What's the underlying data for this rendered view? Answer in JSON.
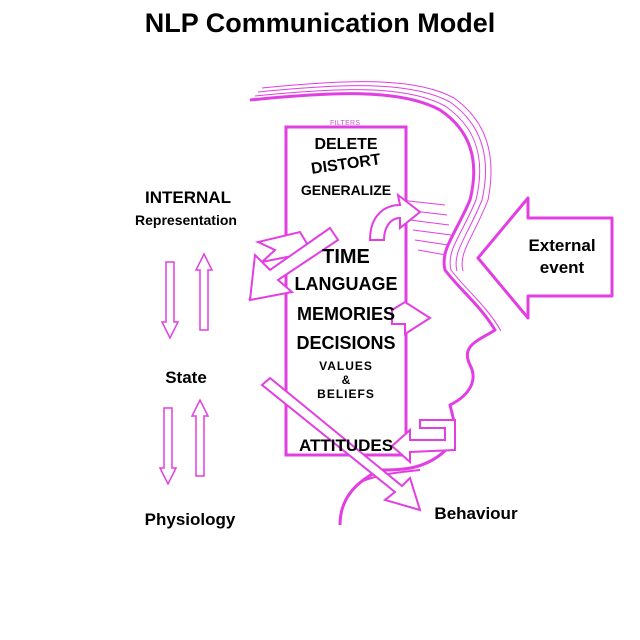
{
  "title": "NLP Communication Model",
  "left": {
    "internal_line1": "INTERNAL",
    "internal_line2": "Representation",
    "state": "State",
    "physiology": "Physiology"
  },
  "filters": {
    "caption": "FILTERS",
    "delete": "DELETE",
    "distort": "DISTORT",
    "generalize": "GENERALIZE",
    "time": "TIME",
    "language": "LANGUAGE",
    "memories": "MEMORIES",
    "decisions": "DECISIONS",
    "values": "VALUES",
    "ampersand": "&",
    "beliefs": "BELIEFS",
    "attitudes": "ATTITUDES"
  },
  "right": {
    "external_line1": "External",
    "external_line2": "event",
    "behaviour": "Behaviour"
  },
  "colors": {
    "accent": "#e23fe2",
    "text": "#000000"
  }
}
